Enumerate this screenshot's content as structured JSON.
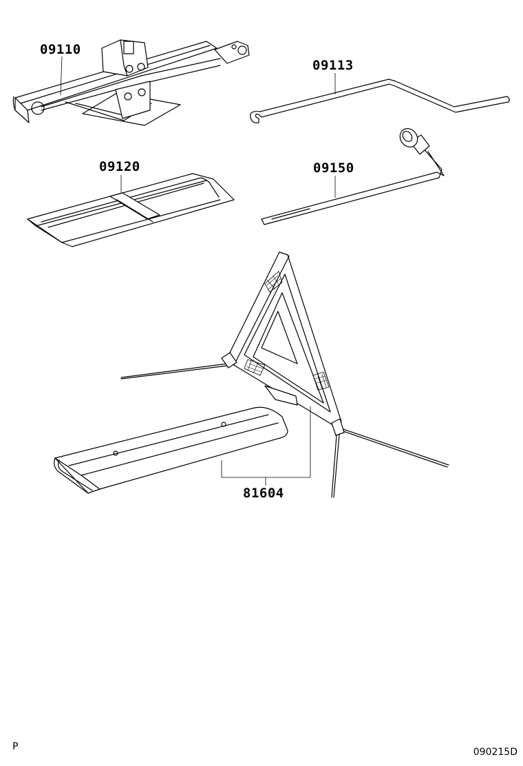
{
  "parts": [
    {
      "id": "jack",
      "number": "09110"
    },
    {
      "id": "jack-handle",
      "number": "09113"
    },
    {
      "id": "tool-bag",
      "number": "09120"
    },
    {
      "id": "lug-wrench",
      "number": "09150"
    },
    {
      "id": "warning-triangle",
      "number": "81604"
    }
  ],
  "footer": {
    "left_mark": "P",
    "diagram_code": "090215D"
  }
}
